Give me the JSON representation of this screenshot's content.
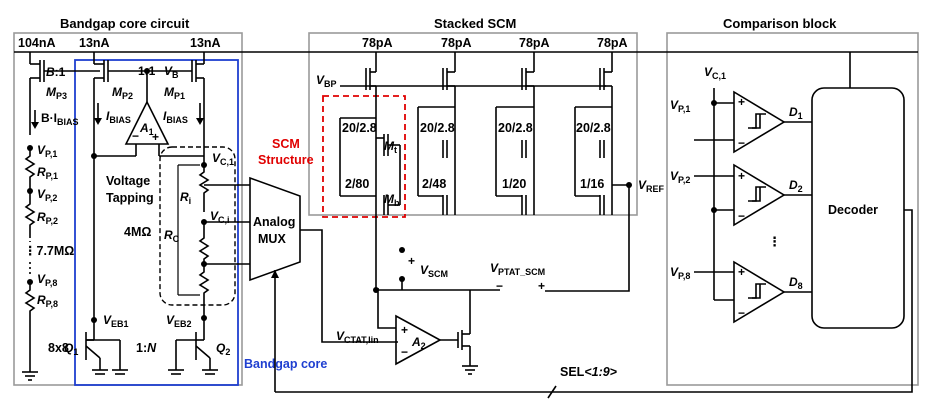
{
  "headers": {
    "bandgap_core_circuit": "Bandgap core circuit",
    "stacked_scm": "Stacked SCM",
    "comparison_block": "Comparison block"
  },
  "bandgap": {
    "i_104": "104nA",
    "i_13_left": "13nA",
    "i_13_right": "13nA",
    "b_ratio": "B",
    "b_ratio_suffix": ":1",
    "mirror_ratio": "1:1",
    "vb": "V",
    "vb_sub": "B",
    "mp3": "M",
    "mp3_sub": "P3",
    "mp2": "M",
    "mp2_sub": "P2",
    "mp1": "M",
    "mp1_sub": "P1",
    "b_ibias": "B·I",
    "b_ibias_sub": "BIAS",
    "ibias_left": "I",
    "ibias_left_sub": "BIAS",
    "ibias_right": "I",
    "ibias_right_sub": "BIAS",
    "a1": "A",
    "a1_sub": "1",
    "vp1": "V",
    "vp1_sub": "P,1",
    "rp1": "R",
    "rp1_sub": "P,1",
    "vp2": "V",
    "vp2_sub": "P,2",
    "rp2": "R",
    "rp2_sub": "P,2",
    "res_total": "7.7MΩ",
    "vp8": "V",
    "vp8_sub": "P,8",
    "rp8": "R",
    "rp8_sub": "P,8",
    "voltage_tapping_1": "Voltage",
    "voltage_tapping_2": "Tapping",
    "ri": "R",
    "ri_sub": "i",
    "rc": "R",
    "rc_sub": "C",
    "res_4m": "4MΩ",
    "vc1": "V",
    "vc1_sub": "C,1",
    "vci": "V",
    "vci_sub": "C,i",
    "veb1": "V",
    "veb1_sub": "EB1",
    "veb2": "V",
    "veb2_sub": "EB2",
    "q1": "Q",
    "q1_sub": "1",
    "q2": "Q",
    "q2_sub": "2",
    "ratio_8x8": "8x8",
    "ratio_1n": "1:",
    "ratio_n": "N",
    "bandgap_core_label": "Bandgap core",
    "mux_1": "Analog",
    "mux_2": "MUX",
    "vctat": "V",
    "vctat_sub": "CTAT,lin",
    "a2": "A",
    "a2_sub": "2"
  },
  "scm": {
    "currents": [
      "78pA",
      "78pA",
      "78pA",
      "78pA"
    ],
    "vbp": "V",
    "vbp_sub": "BP",
    "scm_label_1": "SCM",
    "scm_label_2": "Structure",
    "top_sizes": [
      "20/2.8",
      "20/2.8",
      "20/2.8",
      "20/2.8"
    ],
    "bottom_sizes": [
      "2/80",
      "2/48",
      "1/20",
      "1/16"
    ],
    "mt": "M",
    "mt_sub": "t",
    "mb": "M",
    "mb_sub": "b",
    "vref": "V",
    "vref_sub": "REF",
    "vscm": "V",
    "vscm_sub": "SCM",
    "vptat": "V",
    "vptat_sub": "PTAT_SCM",
    "plus": "+",
    "minus": "−"
  },
  "comparison": {
    "vc1": "V",
    "vc1_sub": "C,1",
    "inputs": [
      {
        "v": "V",
        "sub": "P,1"
      },
      {
        "v": "V",
        "sub": "P,2"
      },
      {
        "v": "V",
        "sub": "P,8"
      }
    ],
    "outputs": [
      {
        "d": "D",
        "sub": "1"
      },
      {
        "d": "D",
        "sub": "2"
      },
      {
        "d": "D",
        "sub": "8"
      }
    ],
    "ellipsis": "⋮",
    "decoder": "Decoder",
    "sel": "SEL",
    "sel_range": "<1:9>"
  }
}
